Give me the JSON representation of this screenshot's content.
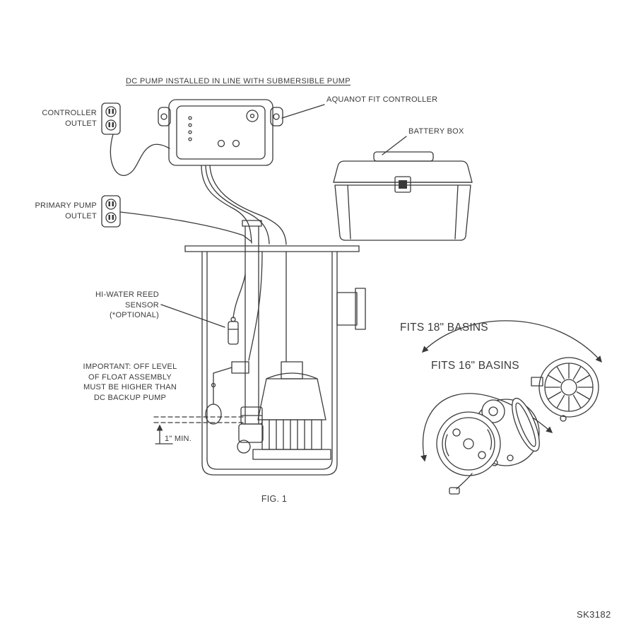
{
  "title": "DC PUMP INSTALLED IN LINE WITH SUBMERSIBLE PUMP",
  "figure": {
    "caption": "FIG. 1",
    "drawing_number": "SK3182"
  },
  "callouts": {
    "controller_outlet": "CONTROLLER\nOUTLET",
    "aquanot_controller": "AQUANOT FIT CONTROLLER",
    "battery_box": "BATTERY BOX",
    "primary_pump_outlet": "PRIMARY PUMP\nOUTLET",
    "hi_water_sensor": "HI-WATER REED\nSENSOR\n(*OPTIONAL)",
    "important_note": "IMPORTANT: OFF LEVEL\nOF FLOAT ASSEMBLY\nMUST BE HIGHER THAN\nDC BACKUP PUMP",
    "min_clearance": "1\" MIN.",
    "fits_18": "FITS 18\" BASINS",
    "fits_16": "FITS 16\" BASINS"
  },
  "colors": {
    "line": "#3a3a3a",
    "text": "#3b3b3b",
    "background": "#ffffff"
  }
}
